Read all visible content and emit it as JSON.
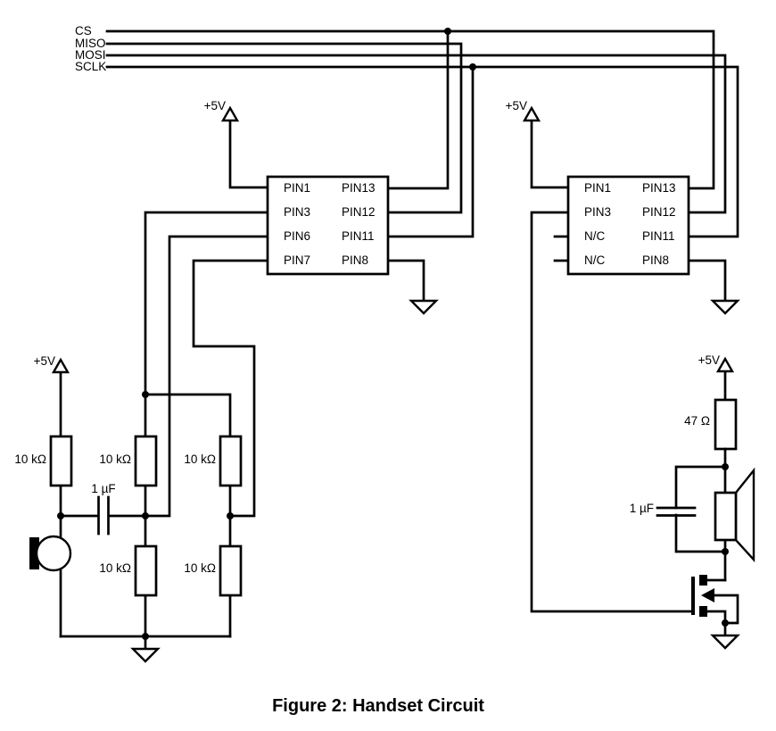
{
  "colors": {
    "ink": "#000000",
    "background": "#ffffff"
  },
  "bus": {
    "signals": [
      "CS",
      "MISO",
      "MOSI",
      "SCLK"
    ]
  },
  "supply_label": "+5V",
  "left_ic": {
    "left_pins": [
      "PIN1",
      "PIN3",
      "PIN6",
      "PIN7"
    ],
    "right_pins": [
      "PIN13",
      "PIN12",
      "PIN11",
      "PIN8"
    ]
  },
  "right_ic": {
    "left_pins": [
      "PIN1",
      "PIN3",
      "N/C",
      "N/C"
    ],
    "right_pins": [
      "PIN13",
      "PIN12",
      "PIN11",
      "PIN8"
    ]
  },
  "components": {
    "r_mic_bias": "10 kΩ",
    "r_mid_top": "10 kΩ",
    "r_right_top": "10 kΩ",
    "r_mid_bottom": "10 kΩ",
    "r_right_bottom": "10 kΩ",
    "r_speaker": "47 Ω",
    "c_mic": "1 µF",
    "c_speaker": "1 µF"
  },
  "figure": {
    "caption": "Figure 2: Handset Circuit"
  }
}
